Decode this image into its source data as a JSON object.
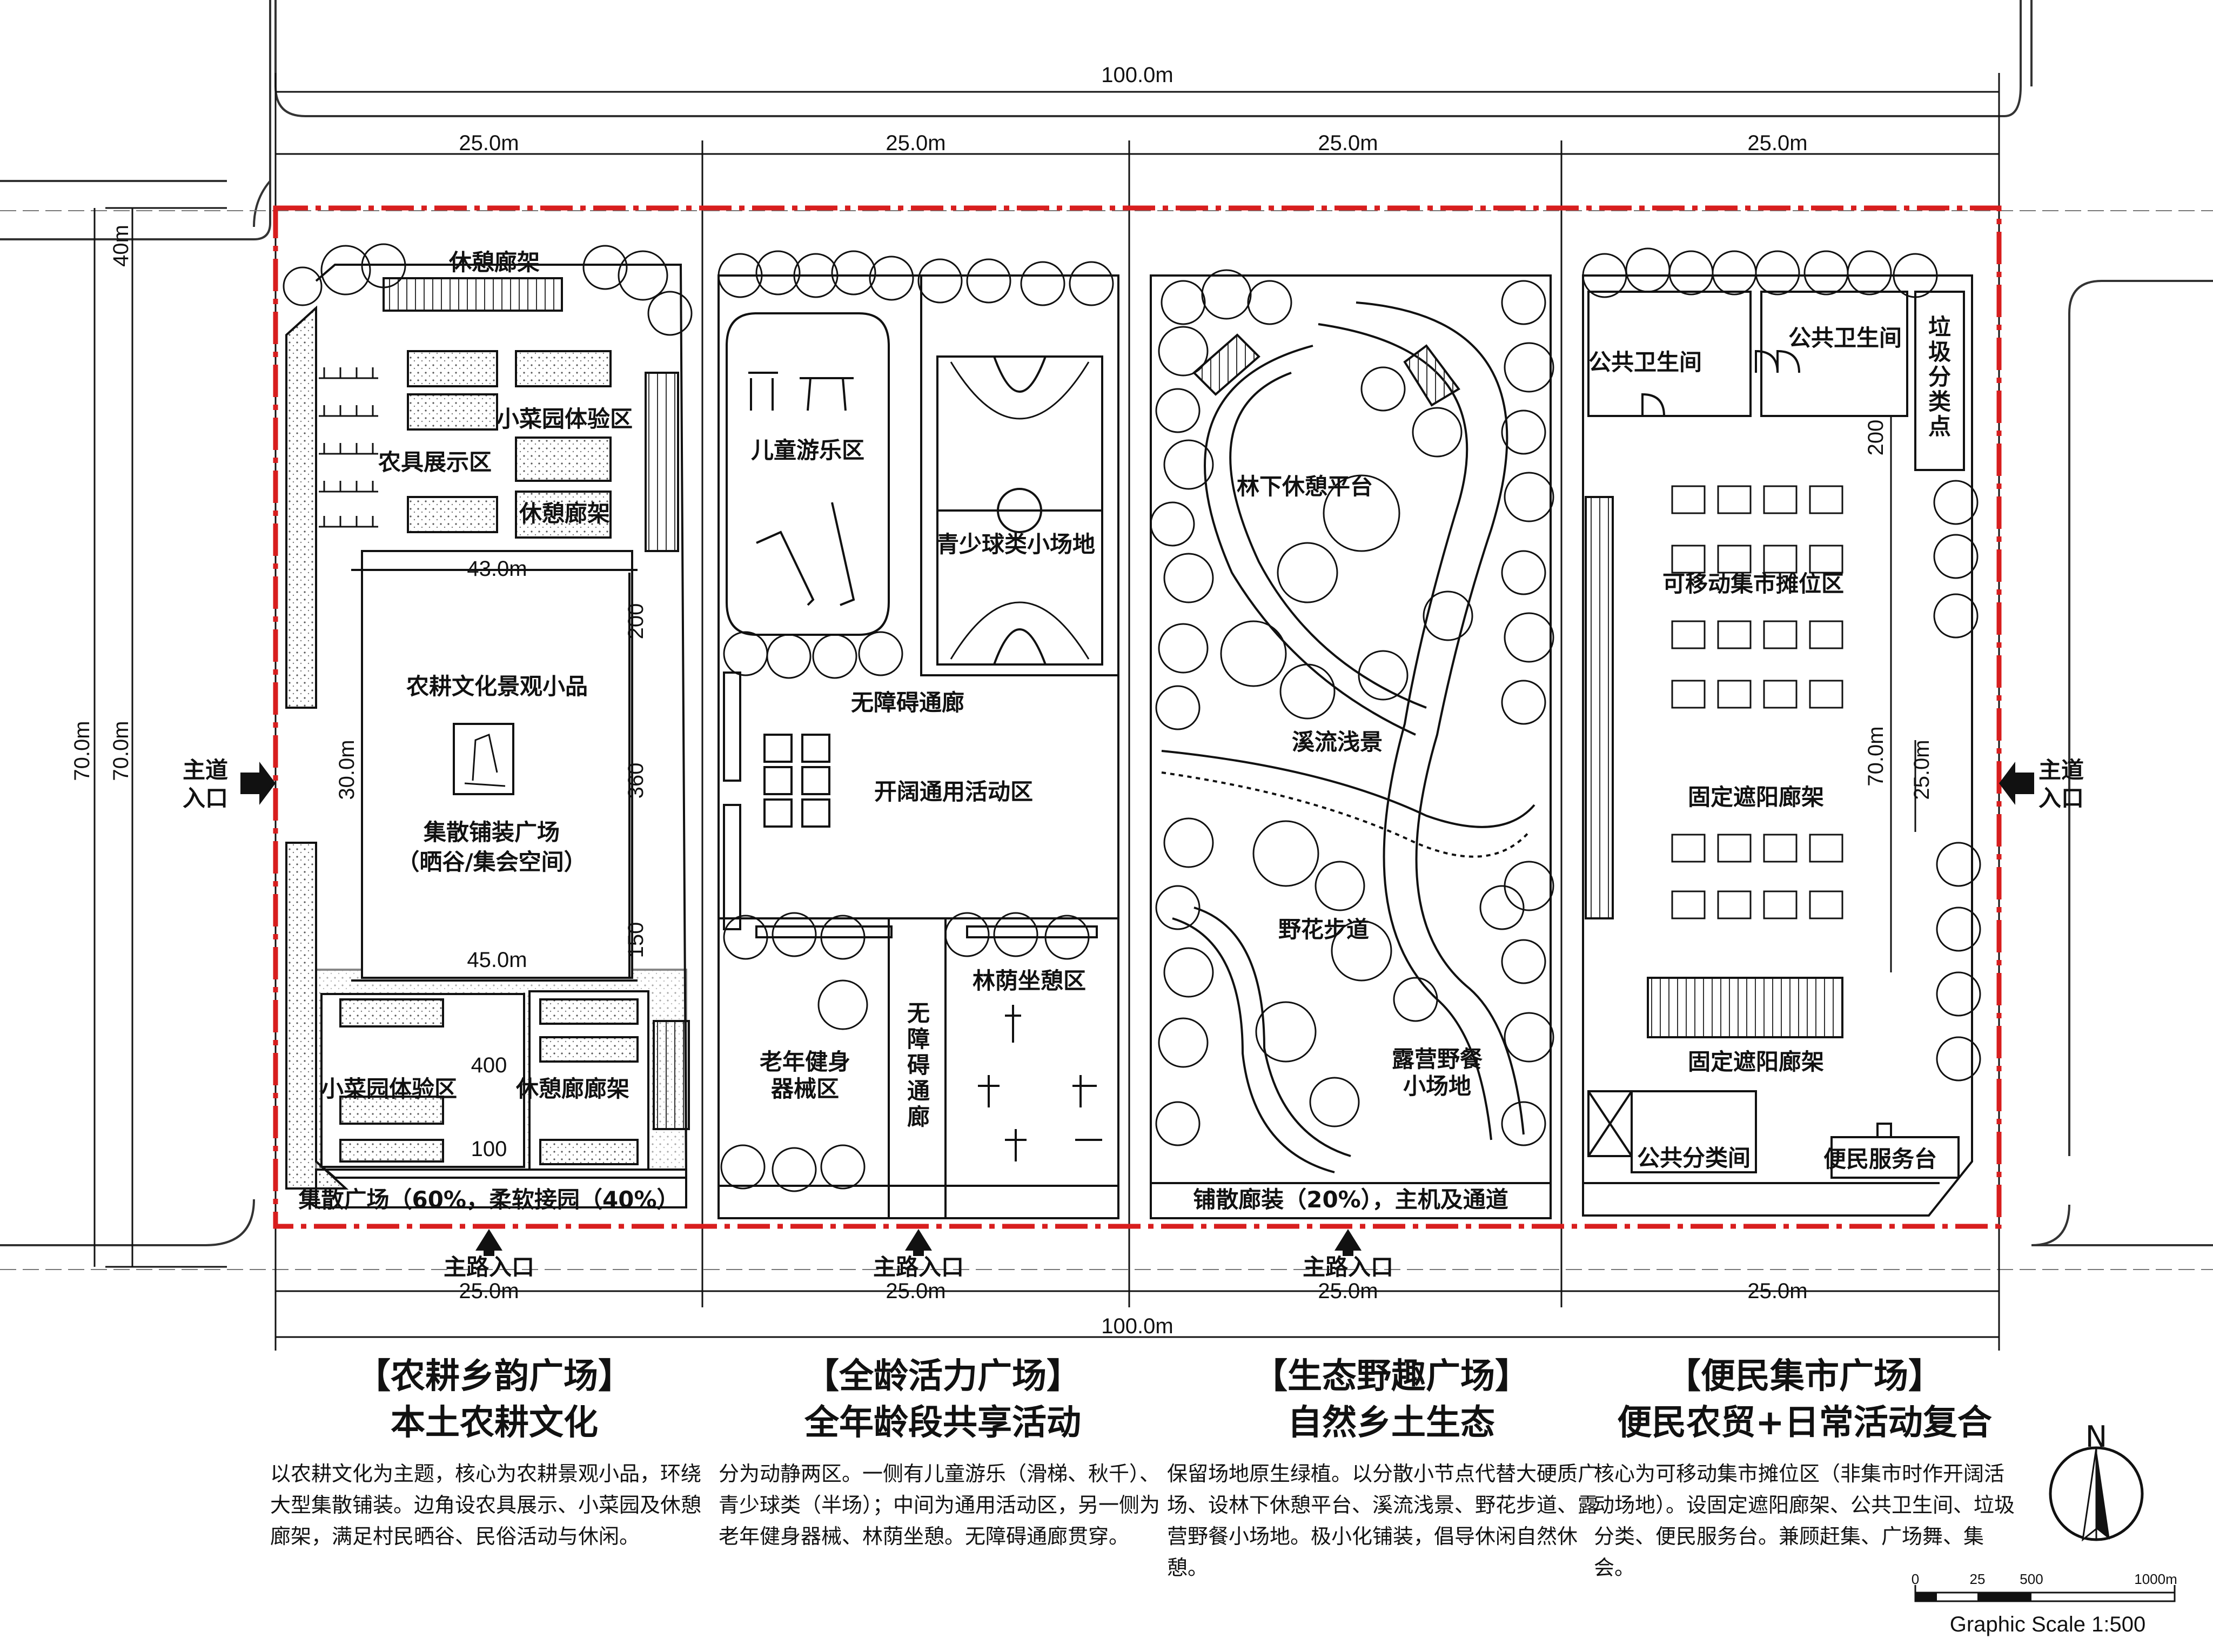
{
  "dimensions": {
    "total_width": "100.0m",
    "zone_width": "25.0m",
    "height_70": "70.0m",
    "offset_40": "40m"
  },
  "entrances": {
    "main_road": "主路入口",
    "main_left": "主道\n入口",
    "main_right": "主道\n入口"
  },
  "zone1": {
    "rest_corridor_top": "休憩廊架",
    "veg_area_top": "小菜园体验区",
    "tool_display": "农具展示区",
    "rest_corridor_mid": "休憩廊架",
    "dim_43": "43.0m",
    "dim_200": "200",
    "culture_sculpture": "农耕文化景观小品",
    "plaza_name": "集散铺装广场",
    "plaza_sub": "（晒谷/集会空间）",
    "dim_30": "30.0m",
    "dim_360": "360",
    "dim_45": "45.0m",
    "dim_150": "150",
    "veg_area_bottom": "小菜园体验区",
    "rest_corridor_bottom": "休憩廊廊架",
    "dim_400": "400",
    "dim_100": "100",
    "bottom_note": "集散广场（60%，柔软接园（40%）"
  },
  "zone2": {
    "kids_play": "儿童游乐区",
    "youth_ball": "青少球类小场地",
    "accessible_corridor": "无障碍通廊",
    "open_area": "开阔通用活动区",
    "elder_fitness": "老年健身\n器械区",
    "accessible_vertical": "无\n障\n碍\n通\n廊",
    "shade_seating": "林荫坐憩区"
  },
  "zone3": {
    "under_tree_platform": "林下休憩平台",
    "stream": "溪流浅景",
    "flower_path": "野花步道",
    "camp_picnic": "露营野餐\n小场地",
    "bottom_note": "铺散廊装（20%），主机及通道"
  },
  "zone4": {
    "toilet_left": "公共卫生间",
    "toilet_right": "公共卫生间",
    "waste_sort": "垃\n圾\n分\n类\n点",
    "dim_200": "200",
    "market_stalls": "可移动集市摊位区",
    "dim_70": "70.0m",
    "dim_25": "25.0m",
    "fixed_shade_1": "固定遮阳廊架",
    "fixed_shade_2": "固定遮阳廊架",
    "waste_room": "公共分类间",
    "service_desk": "便民服务台"
  },
  "descriptions": [
    {
      "title": "【农耕乡韵广场】",
      "subtitle": "本土农耕文化",
      "body": "以农耕文化为主题，核心为农耕景观小品，环绕大型集散铺装。边角设农具展示、小菜园及休憩廊架，满足村民晒谷、民俗活动与休闲。"
    },
    {
      "title": "【全龄活力广场】",
      "subtitle": "全年龄段共享活动",
      "body": "分为动静两区。一侧有儿童游乐（滑梯、秋千）、青少球类（半场）；中间为通用活动区，另一侧为老年健身器械、林荫坐憩。无障碍通廊贯穿。"
    },
    {
      "title": "【生态野趣广场】",
      "subtitle": "自然乡土生态",
      "body": "保留场地原生绿植。以分散小节点代替大硬质广场、设林下休憩平台、溪流浅景、野花步道、露营野餐小场地。极小化铺装，倡导休闲自然休憩。"
    },
    {
      "title": "【便民集市广场】",
      "subtitle": "便民农贸+日常活动复合",
      "body": "核心为可移动集市摊位区（非集市时作开阔活动场地）。设固定遮阳廊架、公共卫生间、垃圾分类、便民服务台。兼顾赶集、广场舞、集会。"
    }
  ],
  "north": "N",
  "scale": {
    "ticks": [
      "0",
      "25",
      "500",
      "1000m"
    ],
    "label": "Graphic Scale  1:500"
  }
}
